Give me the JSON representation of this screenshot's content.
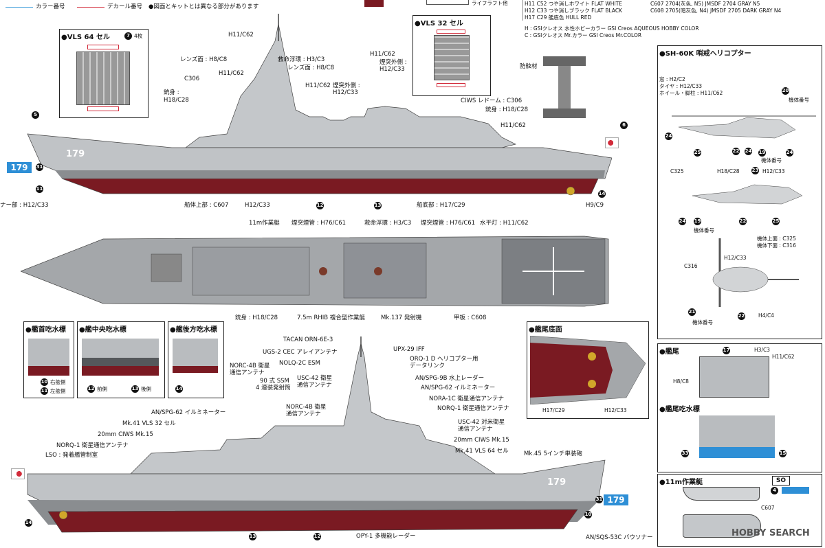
{
  "legend": {
    "color_number": "カラー番号",
    "decal_number": "デカール番号",
    "note": "●図面とキットとは異なる部分があります",
    "colors": {
      "color_line": "#3a9ad9",
      "decal_line": "#d22b3a"
    }
  },
  "paint_table": {
    "top_row": "ライフラフト他",
    "rows": [
      {
        "code": "H11",
        "c": "C52",
        "jp": "つや消しホワイト",
        "en": "FLAT WHITE"
      },
      {
        "code": "H12",
        "c": "C33",
        "jp": "つや消しブラック",
        "en": "FLAT BLACK"
      },
      {
        "code": "H17",
        "c": "C29",
        "jp": "艦底色",
        "en": "HULL RED"
      }
    ],
    "rows_right": [
      {
        "code": "C607",
        "num": "2704(灰色, N5)",
        "en": "JMSDF 2704 GRAY N5"
      },
      {
        "code": "C608",
        "num": "2705(暗灰色, N4)",
        "en": "JMSDF 2705 DARK GRAY N4"
      }
    ],
    "gsi_h": "H : GSIクレオス 水性ホビーカラー",
    "gsi_h_en": "GSI Creos AQUEOUS HOBBY COLOR",
    "gsi_c": "C : GSIクレオス Mr.カラー",
    "gsi_c_en": "GSI Creos Mr.COLOR"
  },
  "vls64": {
    "title": "●VLS 64 セル",
    "count_badge": "7",
    "count": "4枚"
  },
  "vls32": {
    "title": "●VLS 32 セル"
  },
  "side_top": {
    "hull_number": "179",
    "labels": {
      "h11c62_mast": "H11/C62",
      "lens": "レンズ面 : H8/C8",
      "kyumei": "救命浮環 : H3/C3",
      "lens2": "レンズ面 : H8/C8",
      "h11c62_a": "H11/C62",
      "h11c62_b": "H11/C62",
      "h11c62_c": "H11/C62",
      "entotsu": "煙突外側 :",
      "entotsu_c": "H12/C33",
      "entotsu2": "煙突外側 :",
      "entotsu2_c": "H12/C33",
      "c306": "C306",
      "gun_barrel": "銃身 :",
      "gun_barrel_c": "H18/C28",
      "ciws": "CIWS レドーム : C306",
      "gun_barrel2": "銃身 : H18/C28",
      "h11c62_d": "H11/C62",
      "bosho": "防舷材",
      "sonar": "ナー部 : H12/C33",
      "hull_upper": "船体上部 : C607",
      "h12c33": "H12/C33",
      "hull_bottom": "船底部 : H17/C29",
      "h9c9": "H9/C9"
    }
  },
  "plan": {
    "labels": {
      "boat11m": "11m作業艇",
      "entotsu_top": "煙突煙管 : H76/C61",
      "kyumei": "救命浮環 : H3/C3",
      "entotsu_top2": "煙突煙管 : H76/C61",
      "suiheito": "水平灯 : H11/C62",
      "gun_barrel": "銃身 : H18/C28",
      "rhib": "7.5m RHIB 複合型作業艇",
      "mk137": "Mk.137 発射機",
      "deck": "甲板 : C608"
    }
  },
  "draft_boxes": {
    "bow": "●艦首吃水標",
    "mid": "●艦中央吃水標",
    "aft": "●艦後方吃水標",
    "bow_r": "右舷側",
    "bow_l": "左舷側",
    "mid_f": "前側",
    "mid_b": "後側"
  },
  "stern_bottom": {
    "title": "●艦尾底面",
    "l": "H17/C29",
    "r": "H12/C33"
  },
  "heli": {
    "title": "●SH-60K 哨戒ヘリコプター",
    "window": "窓 : H2/C2",
    "tire": "タイヤ : H12/C33",
    "wheel": "ホイール・脚柱 : H11/C62",
    "kitai": "機体番号",
    "c325": "C325",
    "h18c28": "H18/C28",
    "h12c33": "H12/C33",
    "upper": "機体上面 : C325",
    "lower": "機体下面 : C316",
    "c316": "C316",
    "h12c33b": "H12/C33",
    "h4c4": "H4/C4",
    "kitai2": "機体番号",
    "kitai3": "機体番号"
  },
  "stern": {
    "title": "●艦尾",
    "h3c3": "H3/C3",
    "h11c62": "H11/C62",
    "h8c8": "H8/C8",
    "draft_title": "●艦尾吃水標"
  },
  "boat": {
    "title": "●11m作業艇",
    "so": "SO",
    "c607": "C607"
  },
  "side_bottom": {
    "hull_number": "179",
    "tag_number": "179",
    "labels": {
      "tacan": "TACAN ORN-6E-3",
      "upx": "UPX-29 IFF",
      "ugs": "UGS-2 CEC アレイアンテナ",
      "orq": "ORQ-1 D ヘリコプター用",
      "orq2": "データリンク",
      "nolq": "NOLQ-2C ESM",
      "spq9": "AN/SPG-9B 水上レーダー",
      "usc42": "USC-42 衛星",
      "usc42b": "通信アンテナ",
      "spg62": "AN/SPG-62 イルミネーター",
      "norc4b": "NORC-4B 衛星",
      "norc4b_b": "通信アンテナ",
      "ssm": "90 式 SSM",
      "ssm_b": "4 連装発射筒",
      "nora": "NORA-1C 衛星通信アンテナ",
      "norq1": "NORQ-1 衛星通信アンテナ",
      "norc4b2": "NORC-4B 衛星",
      "norc4b2_b": "通信アンテナ",
      "usc42c": "USC-42 対米衛星",
      "usc42c_b": "通信アンテナ",
      "spg62b": "AN/SPG-62 イルミネーター",
      "vls32": "Mk.41 VLS 32 セル",
      "ciws": "20mm CIWS Mk.15",
      "ciws2": "20mm CIWS Mk.15",
      "norq1b": "NORQ-1 衛星通信アンテナ",
      "vls64": "Mk.41 VLS 64 セル",
      "lso": "LSO : 発着艦管制室",
      "gun": "Mk.45 5インチ単装砲",
      "opy": "OPY-1 多機能レーダー",
      "sonar": "AN/SQS-53C バウソナー"
    }
  },
  "badges": {
    "b5": "5",
    "b6": "6",
    "b31": "31",
    "b11": "11",
    "b12": "12",
    "b13": "13",
    "b14": "14",
    "b10": "10",
    "b33": "33",
    "b15": "15",
    "b4": "4",
    "b17": "17",
    "b20": "20",
    "b21": "21",
    "b22": "22",
    "b23": "23",
    "b24": "24",
    "b25": "25",
    "b19": "19"
  },
  "watermark": "HOBBY SEARCH"
}
